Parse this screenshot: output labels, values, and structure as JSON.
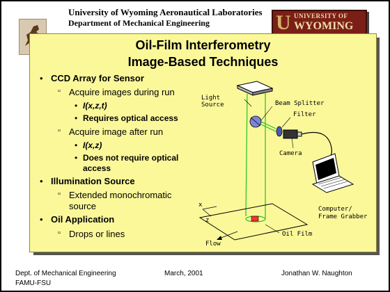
{
  "header": {
    "line1": "University of Wyoming Aeronautical Laboratories",
    "line2": "Department of Mechanical Engineering",
    "logo_small": "UNIVERSITY OF",
    "logo_big": "WYOMING",
    "logo_letter": "U"
  },
  "slide": {
    "title_line1": "Oil-Film Interferometry",
    "title_line2": "Image-Based Techniques",
    "bullets": [
      {
        "text": "CCD Array for Sensor"
      },
      {
        "text": "Acquire images during run"
      },
      {
        "text": "I(x,z,t)"
      },
      {
        "text": "Requires optical access"
      },
      {
        "text": "Acquire image after run"
      },
      {
        "text": "I(x,z)"
      },
      {
        "text": "Does not require optical"
      },
      {
        "text": "access"
      },
      {
        "text": "Illumination Source"
      },
      {
        "text": "Extended monochromatic"
      },
      {
        "text": "source"
      },
      {
        "text": "Oil Application"
      },
      {
        "text": "Drops or lines"
      }
    ],
    "diagram": {
      "light_source": "Light\nSource",
      "light_1": "Light",
      "light_2": "Source",
      "beam_splitter": "Beam Splitter",
      "filter": "Filter",
      "camera": "Camera",
      "computer_1": "Computer/",
      "computer_2": "Frame Grabber",
      "oil_film": "Oil Film",
      "flow": "Flow",
      "axis_x": "x",
      "axis_z": "z"
    }
  },
  "footer": {
    "left1": "Dept. of Mechanical Engineering",
    "left2": "FAMU-FSU",
    "center": "March, 2001",
    "right": "Jonathan W. Naughton"
  },
  "colors": {
    "slide_bg": "#fbf89a",
    "beam": "#22c022",
    "logo_red": "#7b1f16"
  }
}
